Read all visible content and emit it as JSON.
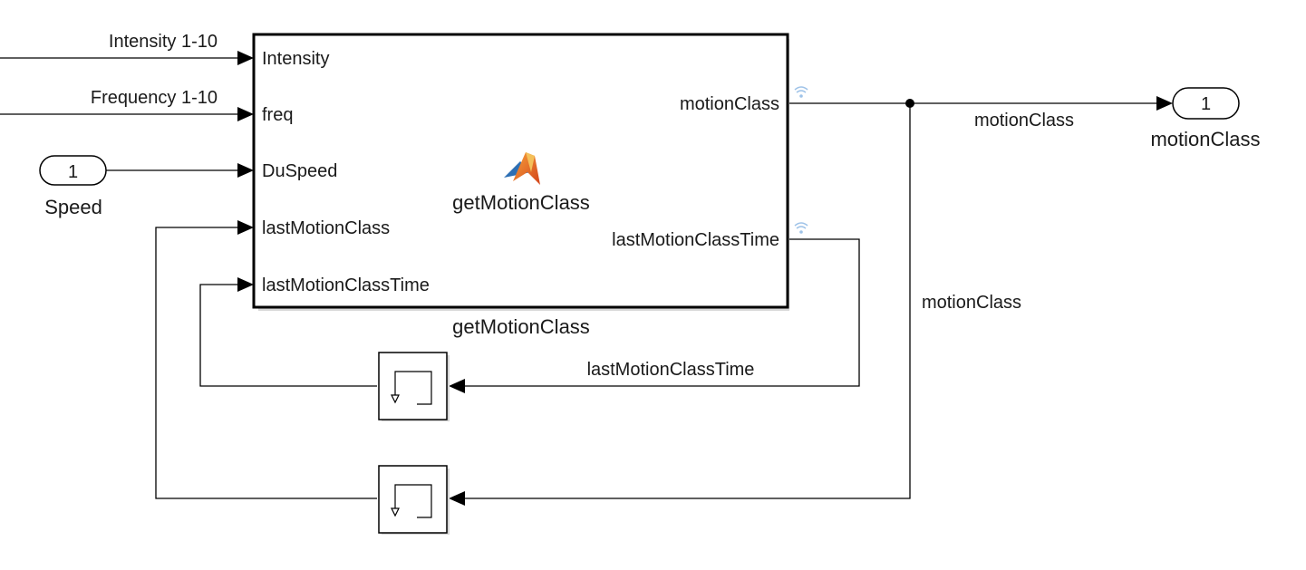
{
  "signals": {
    "intensity_label": "Intensity 1-10",
    "frequency_label": "Frequency 1-10",
    "motion_class_label": "motionClass",
    "motion_class_branch_label": "motionClass",
    "last_time_label": "lastMotionClassTime"
  },
  "inport": {
    "number": "1",
    "name": "Speed"
  },
  "outport": {
    "number": "1",
    "name": "motionClass"
  },
  "function_block": {
    "inner_title": "getMotionClass",
    "caption": "getMotionClass",
    "inputs": [
      "Intensity",
      "freq",
      "DuSpeed",
      "lastMotionClass",
      "lastMotionClassTime"
    ],
    "outputs": [
      "motionClass",
      "lastMotionClassTime"
    ],
    "icon": "matlab-logo-icon"
  },
  "delay_blocks": [
    {
      "icon": "unit-delay-icon"
    },
    {
      "icon": "unit-delay-icon"
    }
  ],
  "icons": {
    "signal_log": "wifi-signal-icon"
  },
  "colors": {
    "wire": "#000000",
    "logo_orange": "#e25c1a",
    "logo_blue": "#2d6fb4",
    "wifi": "#9fc3e8"
  }
}
